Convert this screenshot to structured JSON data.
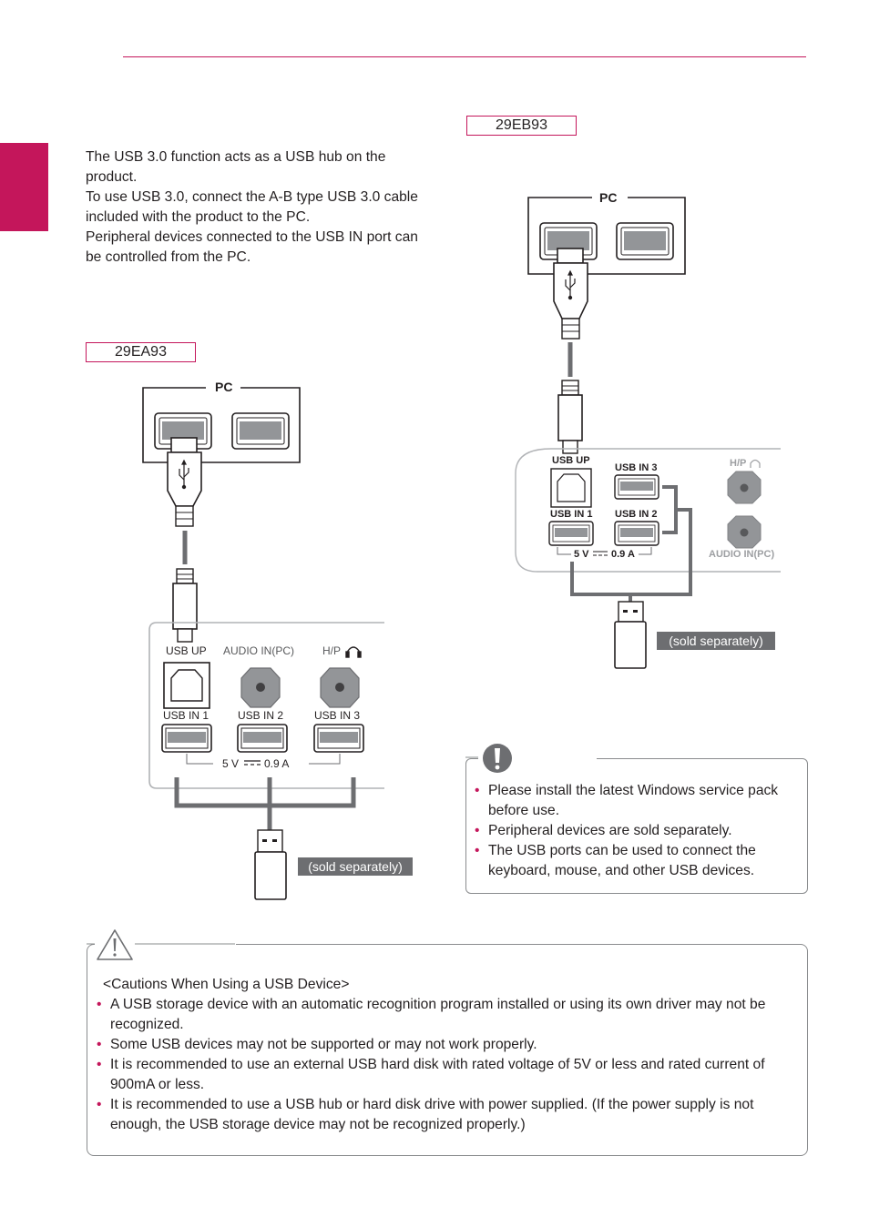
{
  "intro": {
    "lines": [
      "The USB 3.0 function acts as a USB hub on the product.",
      "To use USB 3.0, connect the A-B type USB 3.0 cable included with the product to the PC.",
      "Peripheral devices connected to the USB IN port can be controlled from the PC."
    ]
  },
  "models": {
    "ea": "29EA93",
    "eb": "29EB93"
  },
  "diagram_ea": {
    "pc": "PC",
    "usb_up": "USB UP",
    "audio_in": "AUDIO IN(PC)",
    "hp": "H/P",
    "usb_in_1": "USB IN 1",
    "usb_in_2": "USB IN 2",
    "usb_in_3": "USB IN 3",
    "rating_v": "5 V",
    "rating_a": "0.9 A",
    "sold": "(sold separately)"
  },
  "diagram_eb": {
    "pc": "PC",
    "usb_up": "USB UP",
    "usb_in_3": "USB IN 3",
    "hp": "H/P",
    "usb_in_1": "USB IN 1",
    "usb_in_2": "USB IN 2",
    "audio_in": "AUDIO IN(PC)",
    "rating_v": "5 V",
    "rating_a": "0.9 A",
    "sold": "(sold separately)"
  },
  "note": {
    "items": [
      "Please install the latest Windows service pack before use.",
      "Peripheral devices are sold separately.",
      "The USB ports can be used to connect the keyboard, mouse, and other USB devices."
    ]
  },
  "caution": {
    "heading": "<Cautions When Using a USB Device>",
    "items": [
      "A USB storage device with an automatic recognition program installed or using its own driver may not be recognized.",
      "Some USB devices may not be supported or may not work properly.",
      "It is recommended to use an external USB hard disk with rated voltage of 5V or less and rated current of 900mA or less.",
      "It is recommended to use a USB hub or hard disk drive with power supplied. (If the power supply is not enough, the USB storage device may not be recognized properly.)"
    ]
  },
  "colors": {
    "accent": "#c4165b",
    "text": "#231f20",
    "gray": "#6d6e71"
  },
  "icons": [
    "usb-trident-icon",
    "headphone-icon",
    "note-exclamation-icon",
    "caution-triangle-icon"
  ]
}
